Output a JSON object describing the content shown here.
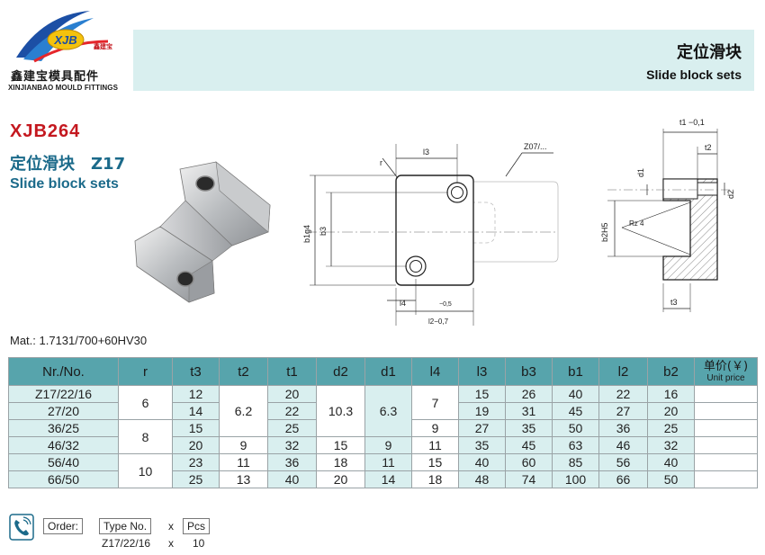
{
  "brand": {
    "logo_text": "XJB",
    "logo_cn_small": "鑫建宝",
    "name_cn": "鑫建宝模具配件",
    "name_en": "XINJIANBAO MOULD FITTINGS"
  },
  "header": {
    "title_cn": "定位滑块",
    "title_en": "Slide block sets"
  },
  "product": {
    "code": "XJB264",
    "name_cn": "定位滑块　Z17",
    "name_en": "Slide block sets",
    "material": "Mat.: 1.7131/700+60HV30"
  },
  "drawing": {
    "front": {
      "l3": "l3",
      "r": "r",
      "z07": "Z07/...",
      "b1g4": "b1g4",
      "b3": "b3",
      "l4": "l4",
      "tol_upper": "−0,5",
      "tol_lower": "l2−0,7"
    },
    "side": {
      "t1": "t1 −0,1",
      "t2": "t2",
      "d1": "d1",
      "d2": "d2",
      "b2h5": "b2H5",
      "rz": "Rz 4",
      "t3": "t3"
    }
  },
  "table": {
    "headers": [
      "Nr./No.",
      "r",
      "t3",
      "t2",
      "t1",
      "d2",
      "d1",
      "l4",
      "l3",
      "b3",
      "b1",
      "l2",
      "b2"
    ],
    "unit_price_cn": "单价(￥)",
    "unit_price_en": "Unit price",
    "rows": [
      {
        "no": "Z17/22/16",
        "r": "6",
        "t3": "12",
        "t2": "6.2",
        "t1": "20",
        "d2": "10.3",
        "d1": "6.3",
        "l4": "7",
        "l3": "15",
        "b3": "26",
        "b1": "40",
        "l2": "22",
        "b2": "16"
      },
      {
        "no": "27/20",
        "t3": "14",
        "t1": "22",
        "l3": "19",
        "b3": "31",
        "b1": "45",
        "l2": "27",
        "b2": "20"
      },
      {
        "no": "36/25",
        "r": "8",
        "t3": "15",
        "t1": "25",
        "l4": "9",
        "l3": "27",
        "b3": "35",
        "b1": "50",
        "l2": "36",
        "b2": "25"
      },
      {
        "no": "46/32",
        "t3": "20",
        "t2": "9",
        "t1": "32",
        "d2": "15",
        "d1": "9",
        "l4": "11",
        "l3": "35",
        "b3": "45",
        "b1": "63",
        "l2": "46",
        "b2": "32"
      },
      {
        "no": "56/40",
        "r": "10",
        "t3": "23",
        "t2": "11",
        "t1": "36",
        "d2": "18",
        "d1": "11",
        "l4": "15",
        "l3": "40",
        "b3": "60",
        "b1": "85",
        "l2": "56",
        "b2": "40"
      },
      {
        "no": "66/50",
        "t3": "25",
        "t2": "13",
        "t1": "40",
        "d2": "20",
        "d1": "14",
        "l4": "18",
        "l3": "48",
        "b3": "74",
        "b1": "100",
        "l2": "66",
        "b2": "50"
      }
    ]
  },
  "order": {
    "label": "Order:",
    "type_no": "Type No.",
    "x1": "x",
    "pcs": "Pcs",
    "example_no": "Z17/22/16",
    "x2": "x",
    "example_qty": "10"
  },
  "colors": {
    "header_band": "#d9efef",
    "table_header": "#57a4ac",
    "code_red": "#c4181f",
    "name_blue": "#1b6a8a"
  }
}
